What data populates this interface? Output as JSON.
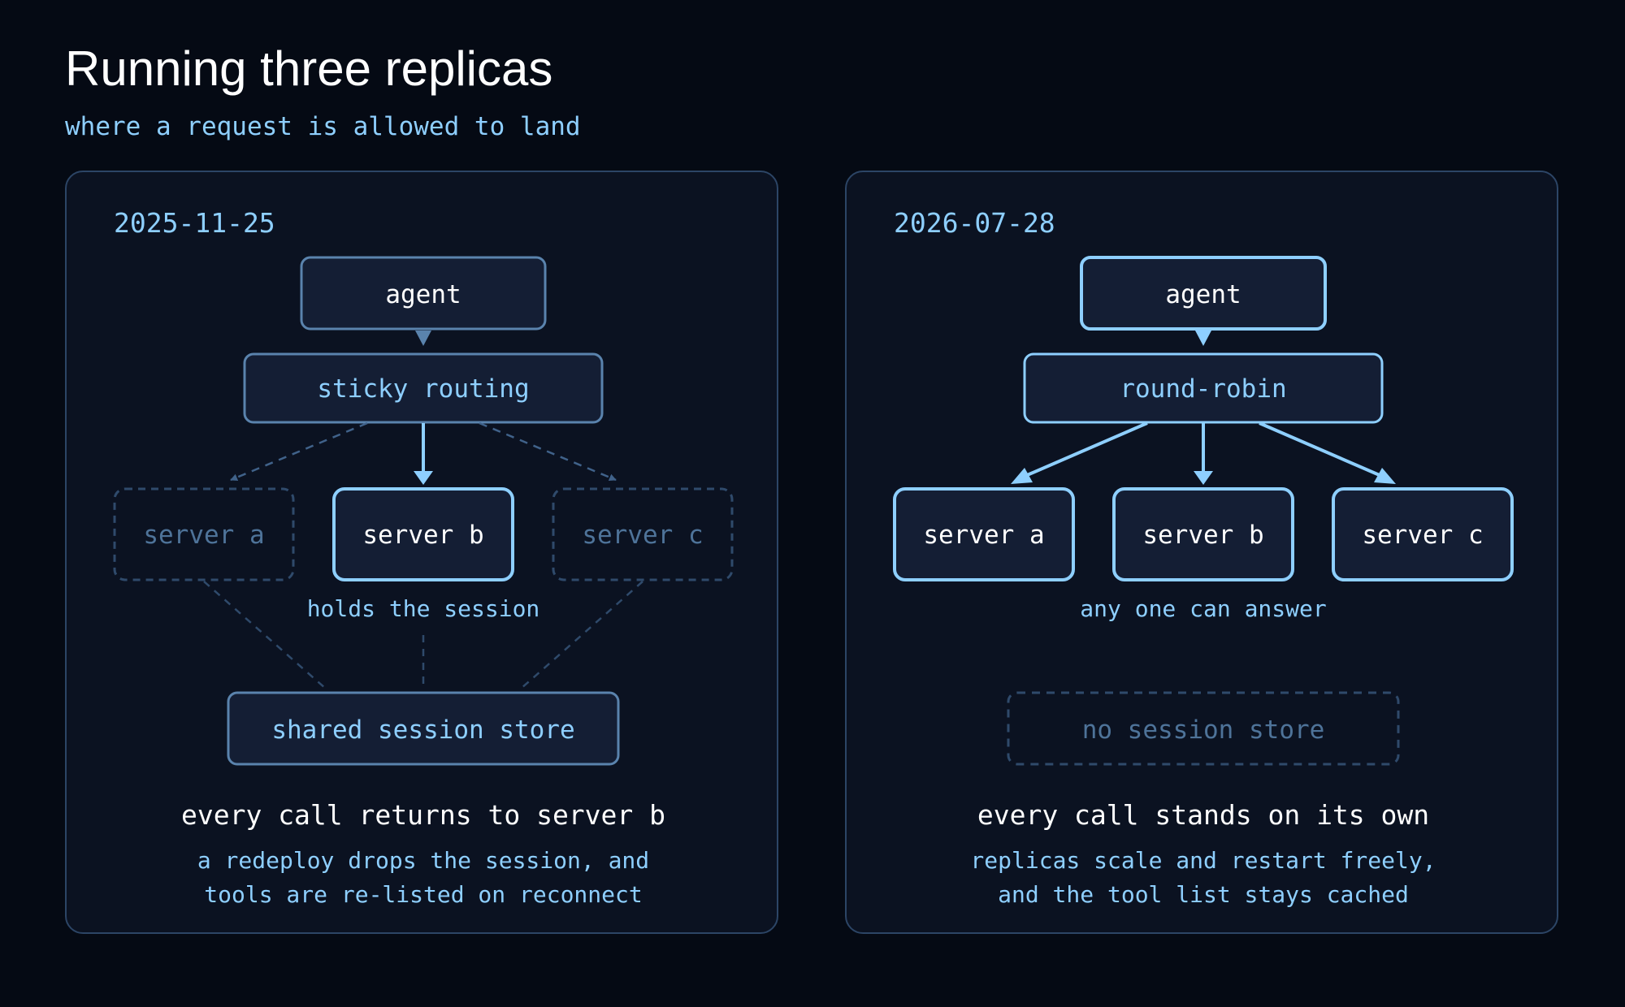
{
  "title": "Running three replicas",
  "subtitle": "where a request is allowed to land",
  "panels": [
    {
      "date": "2025-11-25",
      "agent_label": "agent",
      "router_label": "sticky routing",
      "servers": [
        "server a",
        "server b",
        "server c"
      ],
      "server_caption": "holds the session",
      "store_label": "shared session store",
      "summary": "every call returns to server b",
      "note_line1": "a redeploy drops the session, and",
      "note_line2": "tools are re-listed on reconnect"
    },
    {
      "date": "2026-07-28",
      "agent_label": "agent",
      "router_label": "round-robin",
      "servers": [
        "server a",
        "server b",
        "server c"
      ],
      "server_caption": "any one can answer",
      "store_label": "no session store",
      "summary": "every call stands on its own",
      "note_line1": "replicas scale and restart freely,",
      "note_line2": "and the tool list stays cached"
    }
  ],
  "colors": {
    "background": "#050a14",
    "panel_fill": "#0b1221",
    "node_fill": "#141e34",
    "accent": "#8ecfff",
    "muted_border": "#5a83ad",
    "dim": "#2f4a6b"
  }
}
